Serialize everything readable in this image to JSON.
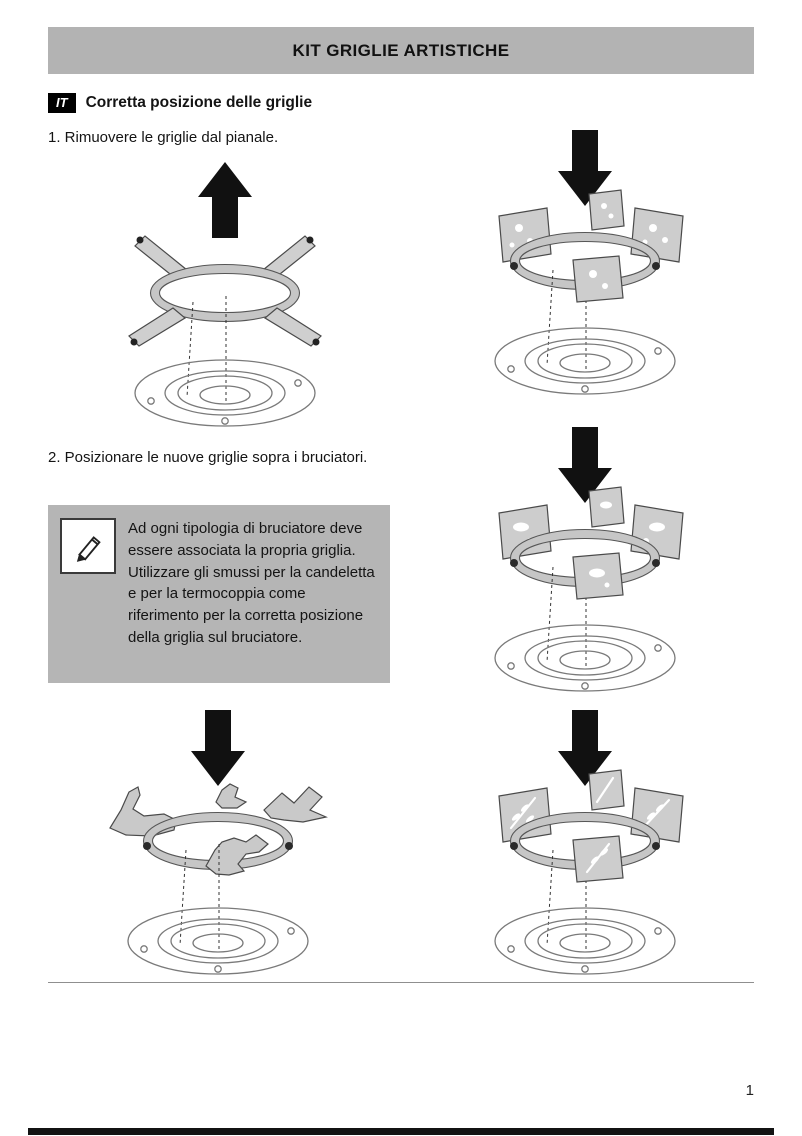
{
  "document": {
    "header": {
      "title": "KIT GRIGLIE ARTISTICHE"
    },
    "section": {
      "language_badge": "IT",
      "title": "Corretta posizione delle griglie"
    },
    "steps": {
      "step1": "1. Rimuovere le griglie dal pianale.",
      "step2": "2. Posizionare le nuove griglie sopra i bruciatori."
    },
    "note": {
      "text": "Ad ogni tipologia di bruciatore deve essere associata la propria griglia. Utilizzare gli smussi per la candeletta e per la termocoppia come riferimento per la corretta posizione della griglia sul bruciatore."
    },
    "figures": {
      "fig1": "standard-grate-lift-off-up-arrow",
      "fig2": "artistic-grate-floral-panels-down-arrow",
      "fig3": "artistic-grate-animal-panels-down-arrow",
      "fig4": "artistic-grate-dinosaur-silhouettes-down-arrow",
      "fig5": "artistic-grate-leaf-panels-down-arrow"
    },
    "footer": {
      "page_number": "1"
    }
  },
  "colors": {
    "header_bg": "#b3b3b3",
    "note_bg": "#b5b5b5",
    "badge_bg": "#000000",
    "badge_fg": "#ffffff",
    "arrow": "#111111",
    "footer_bar": "#131313"
  }
}
